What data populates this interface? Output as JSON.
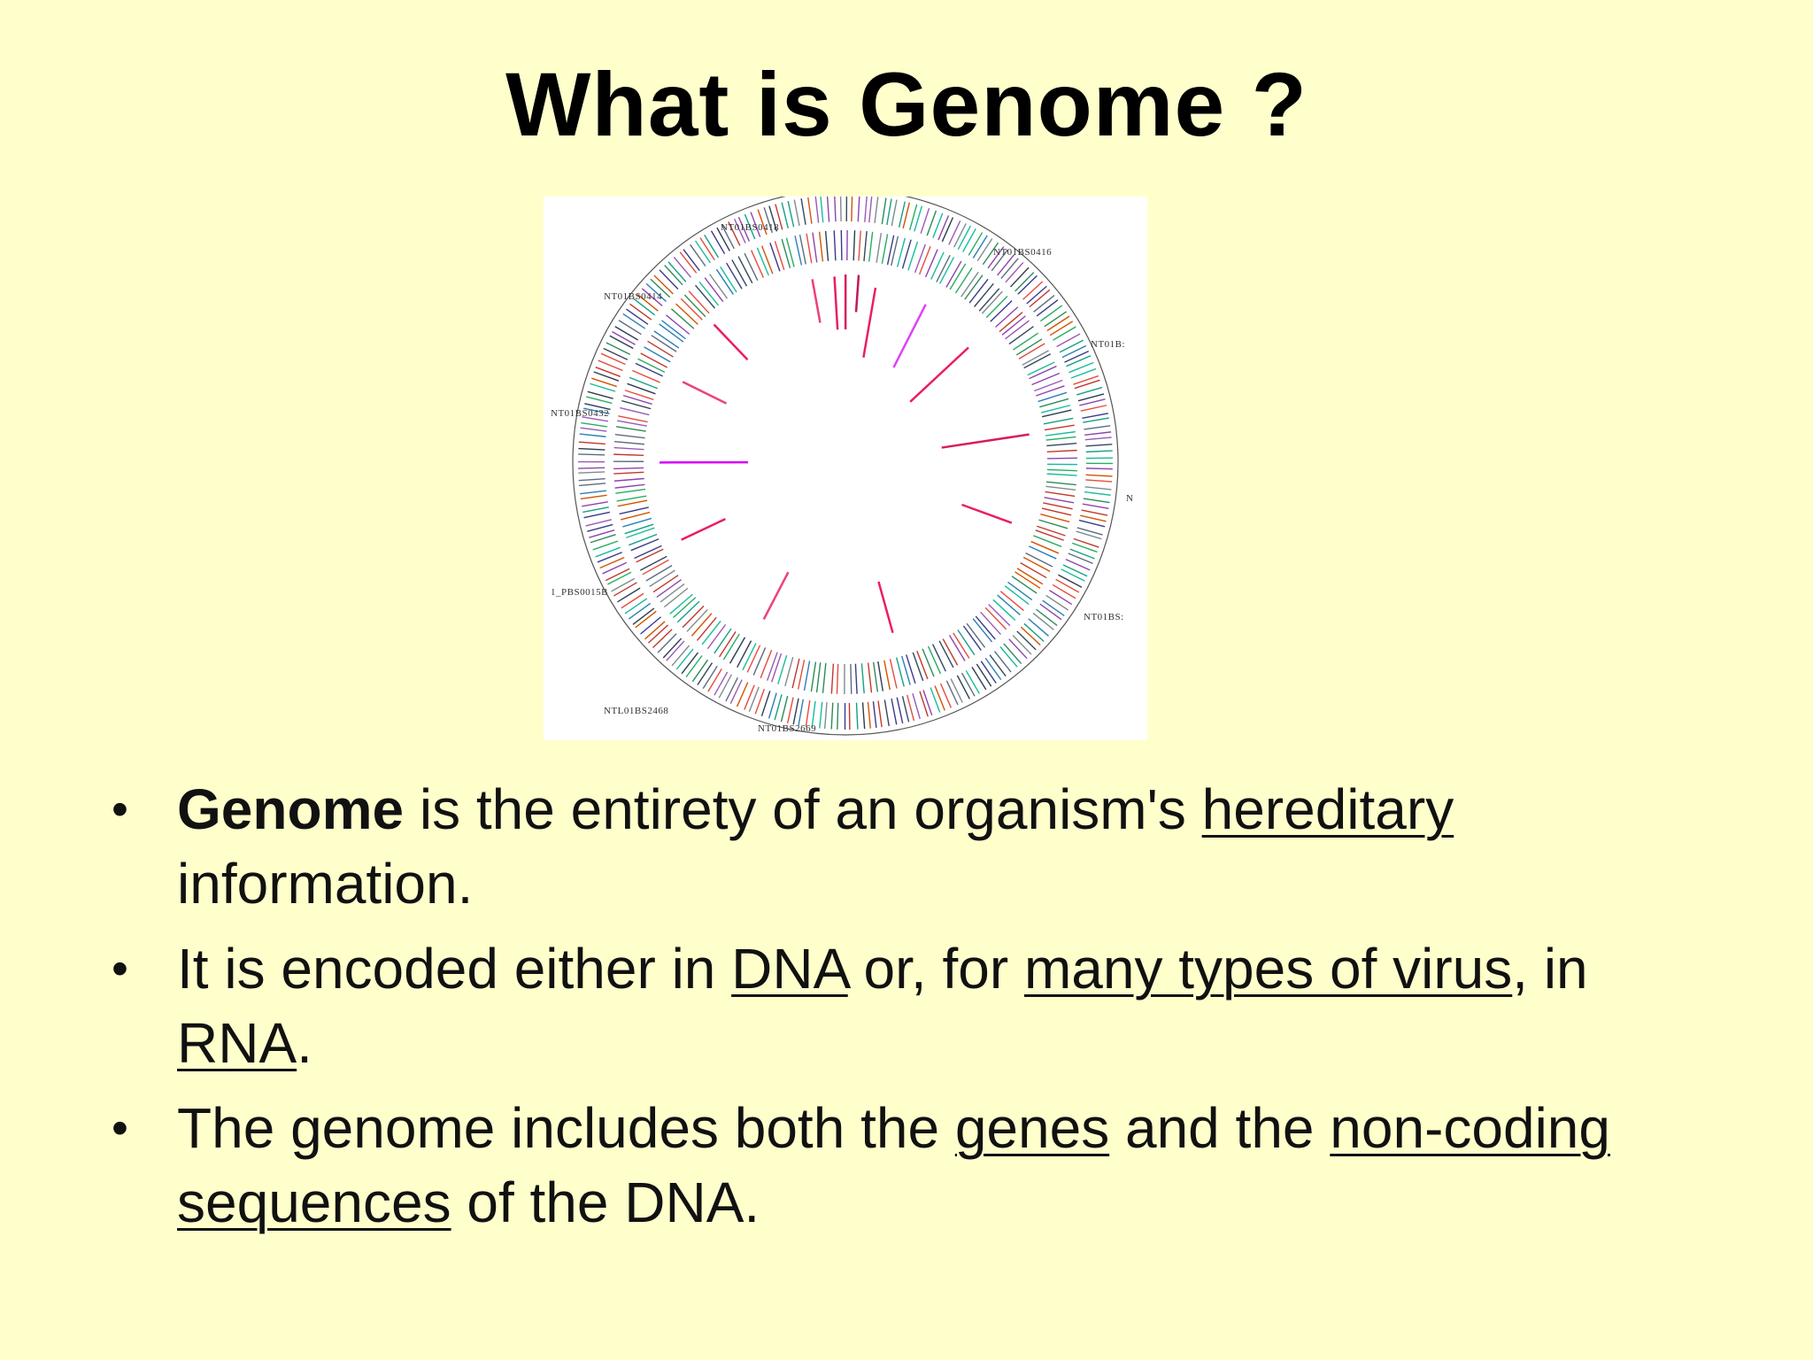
{
  "slide": {
    "title": "What is Genome ?",
    "figure": {
      "labels": [
        "NT01BS0418",
        "NT01BS0416",
        "NT01BS0414",
        "NT01B:",
        "NT01BS0432",
        "N",
        "1_PBS0015B",
        "NT01BS:",
        "NTL01BS2468",
        "NT01BS2669"
      ]
    },
    "bullets": [
      {
        "bold": "Genome",
        "t1": " is the entirety of an organism's ",
        "link1": "hereditary",
        "t2": " information."
      },
      {
        "t1": "It is encoded either in ",
        "link1": "DNA",
        "t2": " or, for ",
        "link2": "many types of virus",
        "t3": ", in ",
        "link3": "RNA",
        "t4": "."
      },
      {
        "t1": "The genome includes both the ",
        "link1": "genes",
        "t2": " and the ",
        "link2": "non-coding sequences",
        "t3": " of the DNA."
      }
    ],
    "bullet_symbol": "•",
    "colors": {
      "background": "#ffffcc",
      "text": "#111111"
    }
  }
}
